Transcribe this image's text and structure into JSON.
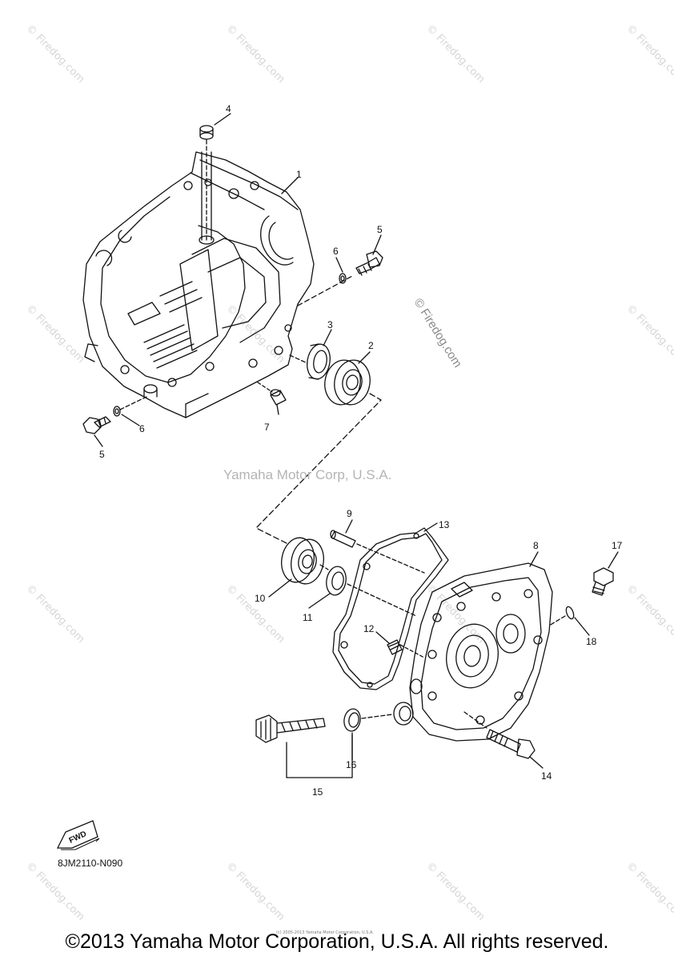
{
  "watermark_text": "© Firedog.com",
  "center_watermark": "© Firedog.com",
  "brand_watermark": "Yamaha Motor Corp, U.S.A.",
  "diagram_code": "8JM2110-N090",
  "fwd_label": "FWD",
  "tiny_copyright": "(c) 2005-2013 Yamaha Motor Corporation, U.S.A.",
  "copyright": "©2013 Yamaha Motor Corporation, U.S.A. All rights reserved.",
  "callouts": {
    "c1": "1",
    "c2": "2",
    "c3": "3",
    "c4": "4",
    "c5a": "5",
    "c5b": "5",
    "c6a": "6",
    "c6b": "6",
    "c7": "7",
    "c8": "8",
    "c9": "9",
    "c10": "10",
    "c11": "11",
    "c12": "12",
    "c13": "13",
    "c14": "14",
    "c15": "15",
    "c16": "16",
    "c17": "17",
    "c18": "18"
  },
  "colors": {
    "line": "#111111",
    "watermark": "#d6d6d6",
    "brand_watermark": "#b4b4b4"
  }
}
